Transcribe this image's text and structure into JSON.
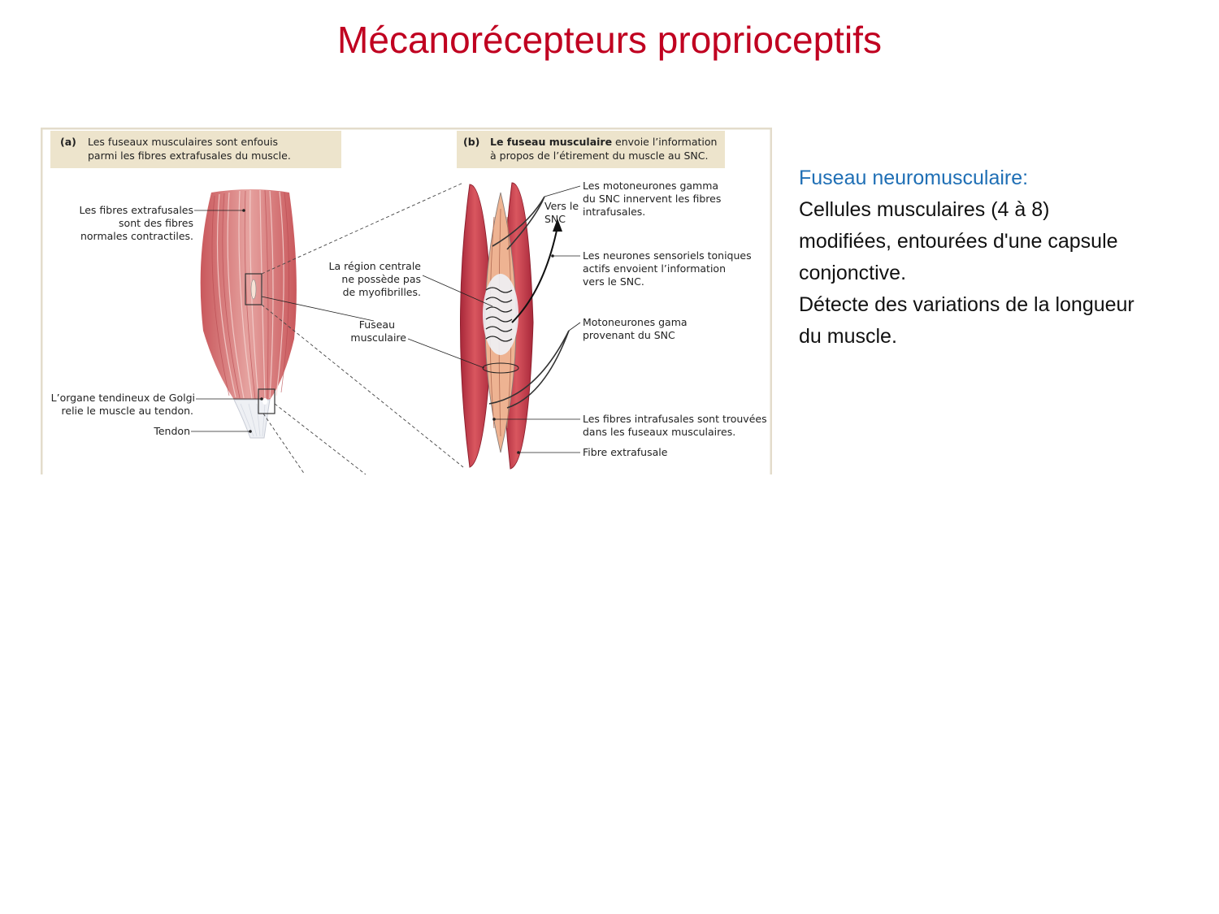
{
  "slide": {
    "title": "Mécanorécepteurs proprioceptifs"
  },
  "figure": {
    "panel_a": {
      "letter": "(a)",
      "caption_line1": "Les fuseaux musculaires sont enfouis",
      "caption_line2": "parmi les fibres extrafusales du muscle."
    },
    "panel_b": {
      "letter": "(b)",
      "caption_bold": "Le fuseau musculaire",
      "caption_rest": " envoie l’information",
      "caption_line2": "à propos de l’étirement du muscle au SNC."
    },
    "labels": {
      "extrafusal_line1": "Les fibres extrafusales",
      "extrafusal_line2": "sont des fibres",
      "extrafusal_line3": "normales contractiles.",
      "central_line1": "La région centrale",
      "central_line2": "ne possède pas",
      "central_line3": "de myofibrilles.",
      "spindle_line1": "Fuseau",
      "spindle_line2": "musculaire",
      "golgi_line1": "L’organe tendineux de Golgi",
      "golgi_line2": "relie le muscle au tendon.",
      "tendon": "Tendon",
      "vers_line1": "Vers le",
      "vers_line2": "SNC",
      "gamma_line1": "Les motoneurones gamma",
      "gamma_line2": "du SNC innervent les fibres",
      "gamma_line3": "intrafusales.",
      "sensory_line1": "Les neurones sensoriels toniques",
      "sensory_line2": "actifs envoient l’information",
      "sensory_line3": "vers le SNC.",
      "gama_line1": "Motoneurones gama",
      "gama_line2": "provenant du SNC",
      "intrafusal_line1": "Les fibres intrafusales sont trouvées",
      "intrafusal_line2": "dans les fuseaux musculaires.",
      "extrafusal_fiber": "Fibre extrafusale"
    },
    "colors": {
      "caption_bg": "#ede4cc",
      "muscle": "#dc8a88",
      "muscle_dark": "#b8454a",
      "fiber_red": "#c43a48",
      "intrafusal": "#e8a07a"
    }
  },
  "description": {
    "heading": "Fuseau neuromusculaire:",
    "line1": "Cellules musculaires (4 à 8)",
    "line2": "modifiées, entourées d'une capsule",
    "line3": "conjonctive.",
    "line4": "Détecte des variations de la longueur",
    "line5": "du muscle."
  }
}
